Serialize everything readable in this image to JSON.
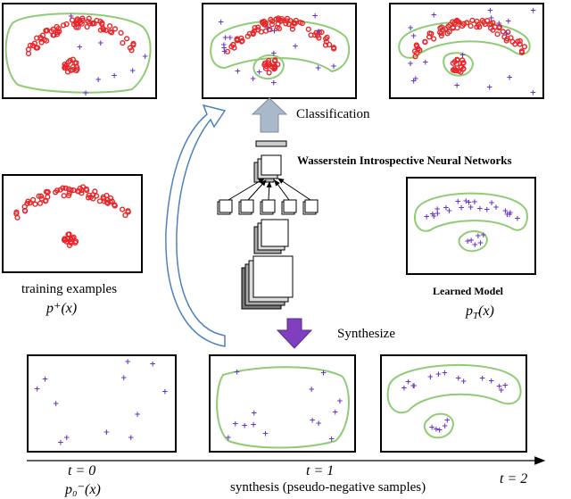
{
  "colors": {
    "contour": "#8fcc75",
    "positive": "#e8262a",
    "negative": "#6a36c8",
    "arrow_outline": "#4f81bd",
    "classify_arrow": "#a9b9c9",
    "synth_arrow": "#7f3fbf",
    "frame": "#000000"
  },
  "labels": {
    "classification": "Classification",
    "network_title": "Wasserstein Introspective Neural Networks",
    "training_caption": "training examples",
    "training_math": "p⁺(x)",
    "learned_caption": "Learned Model",
    "learned_math_p": "p",
    "learned_math_sub": "T",
    "learned_math_x": "(x)",
    "synthesize": "Synthesize",
    "t0": "t = 0",
    "t0_math": "p₀⁻(x)",
    "t1": "t = 1",
    "t2": "t = 2",
    "synthesis_caption": "synthesis (pseudo-negative samples)"
  },
  "panels": [
    {
      "id": "top-1",
      "desc": "positive samples with single-stage contour"
    },
    {
      "id": "top-2",
      "desc": "positive samples with two-stage contour"
    },
    {
      "id": "top-3",
      "desc": "positive samples with final contour"
    },
    {
      "id": "training",
      "desc": "training examples"
    },
    {
      "id": "learned",
      "desc": "learned model samples"
    },
    {
      "id": "bottom-1",
      "desc": "initial pseudo-negatives"
    },
    {
      "id": "bottom-2",
      "desc": "pseudo-negatives at t=1"
    },
    {
      "id": "bottom-3",
      "desc": "pseudo-negatives at t=2"
    }
  ]
}
